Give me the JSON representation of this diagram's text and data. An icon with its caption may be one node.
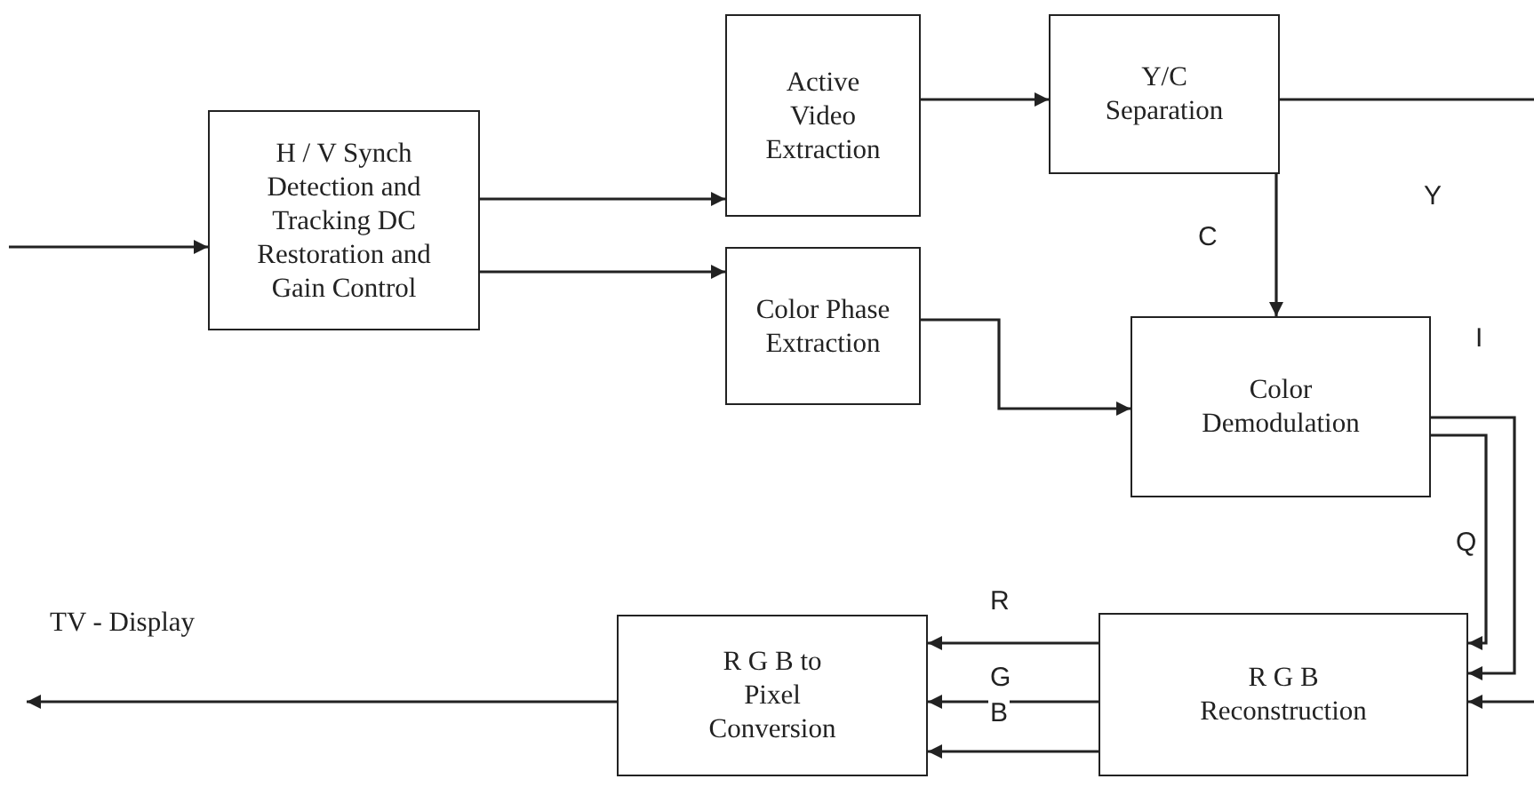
{
  "diagram": {
    "nodes": [
      {
        "text": [
          "H / V Synch Detection and Tracking DC Restoration and Gain Control"
        ]
      },
      {
        "text": [
          "Active Video Extraction"
        ]
      },
      {
        "text": [
          "Y/C Separation"
        ]
      },
      {
        "text": [
          "Color Phase Extraction"
        ]
      },
      {
        "text": [
          "Color Demodulation"
        ]
      },
      {
        "text": [
          "R G B Reconstruction"
        ]
      },
      {
        "text": [
          "R G B to Pixel Conversion"
        ]
      }
    ],
    "edges": [
      {
        "from": null,
        "to": 0,
        "arrow": "to"
      },
      {
        "from": 0,
        "to": 1,
        "arrow": "to"
      },
      {
        "from": 0,
        "to": 3,
        "arrow": "to"
      },
      {
        "from": 1,
        "to": 2,
        "arrow": "to"
      },
      {
        "from": 2,
        "to": null,
        "arrow": "none",
        "label": "Y"
      },
      {
        "from": 2,
        "to": 4,
        "arrow": "to",
        "label": "C"
      },
      {
        "from": 3,
        "to": 4,
        "arrow": "to"
      },
      {
        "from": 4,
        "to": 5,
        "arrow": "to",
        "label": "I"
      },
      {
        "from": 4,
        "to": 5,
        "arrow": "to",
        "label": "Q"
      },
      {
        "from": null,
        "to": 5,
        "arrow": "to"
      },
      {
        "from": 5,
        "to": 6,
        "arrow": "to",
        "label": "R"
      },
      {
        "from": 5,
        "to": 6,
        "arrow": "to",
        "label": "G"
      },
      {
        "from": 5,
        "to": 6,
        "arrow": "to",
        "label": "B"
      },
      {
        "from": 6,
        "to": null,
        "arrow": "to"
      }
    ],
    "labels": [
      "TV - Display"
    ]
  }
}
